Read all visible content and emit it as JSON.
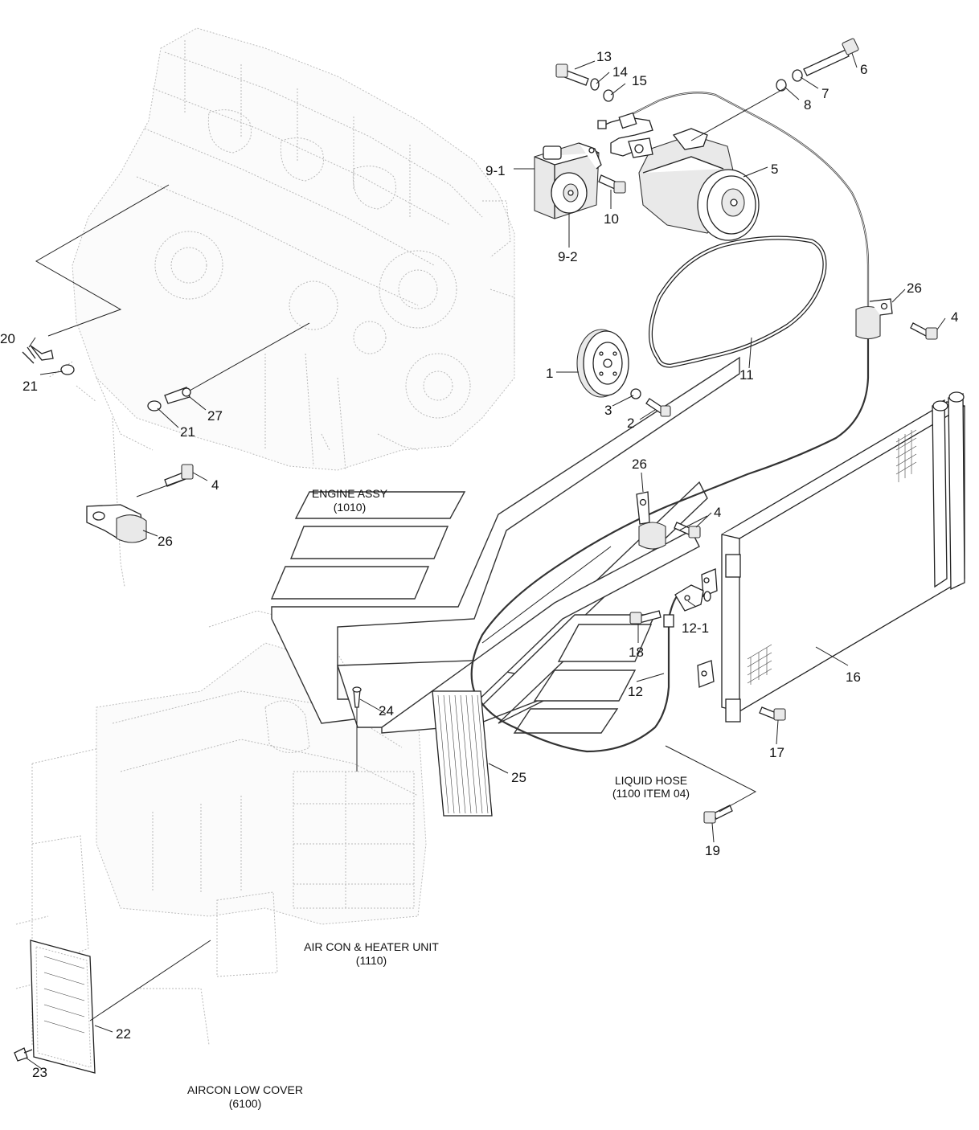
{
  "callouts": {
    "c1": "1",
    "c2": "2",
    "c3": "3",
    "c4a": "4",
    "c4b": "4",
    "c4c": "4",
    "c5": "5",
    "c6": "6",
    "c7": "7",
    "c8": "8",
    "c9_1": "9-1",
    "c9_2": "9-2",
    "c10": "10",
    "c11": "11",
    "c12": "12",
    "c12_1": "12-1",
    "c13": "13",
    "c14": "14",
    "c15": "15",
    "c16": "16",
    "c17": "17",
    "c18": "18",
    "c19": "19",
    "c20": "20",
    "c21a": "21",
    "c21b": "21",
    "c22": "22",
    "c23": "23",
    "c24": "24",
    "c25": "25",
    "c26a": "26",
    "c26b": "26",
    "c26c": "26",
    "c27": "27"
  },
  "references": {
    "engine_assy": {
      "name": "ENGINE ASSY",
      "code": "(1010)"
    },
    "liquid_hose": {
      "name": "LIQUID HOSE",
      "code": "(1100 ITEM 04)"
    },
    "aircon_heater": {
      "name": "AIR CON & HEATER UNIT",
      "code": "(1110)"
    },
    "aircon_low_cover": {
      "name": "AIRCON LOW COVER",
      "code": "(6100)"
    }
  }
}
